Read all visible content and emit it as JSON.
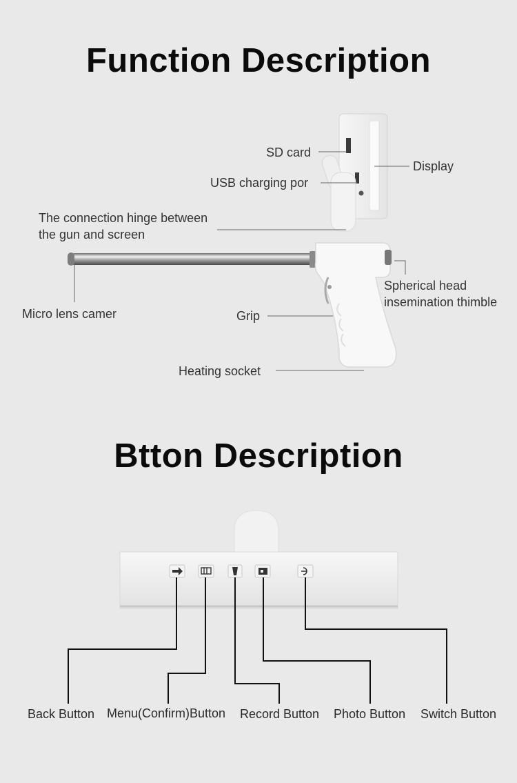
{
  "titles": {
    "function": "Function Description",
    "button": "Btton Description"
  },
  "function_labels": {
    "sd_card": "SD card",
    "display": "Display",
    "usb": "USB charging por",
    "hinge_line1": "The connection hinge between",
    "hinge_line2": "the gun and screen",
    "spherical_line1": "Spherical head",
    "spherical_line2": "insemination thimble",
    "micro_lens": "Micro lens camer",
    "grip": "Grip",
    "heating": "Heating socket"
  },
  "button_labels": {
    "back": "Back Button",
    "menu": "Menu(Confirm)Button",
    "record": "Record Button",
    "photo": "Photo Button",
    "switch": "Switch Button"
  },
  "icons": {
    "back": "arrow-right-icon",
    "menu": "battery-menu-icon",
    "record": "record-icon",
    "photo": "camera-icon",
    "switch": "power-icon"
  }
}
